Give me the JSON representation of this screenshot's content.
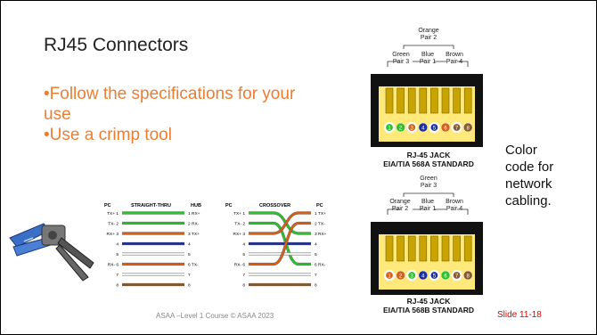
{
  "slide": {
    "title": "RJ45 Connectors",
    "bullets": [
      "•Follow the specifications for your use",
      "•Use a crimp tool"
    ],
    "caption": "Color code for network cabling.",
    "footer": "ASAA –Level 1 Course © ASAA 2023",
    "slide_number": "Slide 11-18"
  },
  "jack_a": {
    "pairs": {
      "top": [
        "Orange",
        "Pair 2"
      ],
      "left": [
        "Green",
        "Pair 3"
      ],
      "mid": [
        "Blue",
        "Pair 1"
      ],
      "right": [
        "Brown",
        "Pair 4"
      ]
    },
    "name": [
      "RJ-45 JACK",
      "EIA/TIA 568A STANDARD"
    ],
    "pins": [
      "1",
      "2",
      "3",
      "4",
      "5",
      "6",
      "7",
      "8"
    ]
  },
  "jack_b": {
    "pairs": {
      "top": [
        "Green",
        "Pair 3"
      ],
      "left": [
        "Orange",
        "Pair 2"
      ],
      "mid": [
        "Blue",
        "Pair 1"
      ],
      "right": [
        "Brown",
        "Pair 4"
      ]
    },
    "name": [
      "RJ-45 JACK",
      "EIA/TIA 568B STANDARD"
    ],
    "pins": [
      "1",
      "2",
      "3",
      "4",
      "5",
      "6",
      "7",
      "8"
    ]
  },
  "wiring": {
    "straight": {
      "left": "PC",
      "title": "STRAIGHT-THRU",
      "right": "HUB"
    },
    "crossover": {
      "left": "PC",
      "title": "CROSSOVER",
      "right": "PC"
    },
    "left_pins": [
      "TX+ 1",
      "TX- 2",
      "RX+ 3",
      "4",
      "5",
      "RX- 6",
      "7",
      "8"
    ],
    "hub_pins": [
      "1 RX+",
      "2 RX-",
      "3 TX+",
      "4",
      "5",
      "6 TX-",
      "7",
      "8"
    ],
    "pc_pins": [
      "1 TX+",
      "2 TX-",
      "3 RX+",
      "4",
      "5",
      "6 RX-",
      "7",
      "8"
    ]
  },
  "colors": {
    "accent_text": "#ed7d31",
    "slide_number": "#dd0000",
    "green": "#2fbf2f",
    "orange": "#d4601c",
    "blue": "#1f2f9c",
    "brown": "#8a5a2a"
  },
  "icons": [
    "crimp-tool-icon"
  ]
}
